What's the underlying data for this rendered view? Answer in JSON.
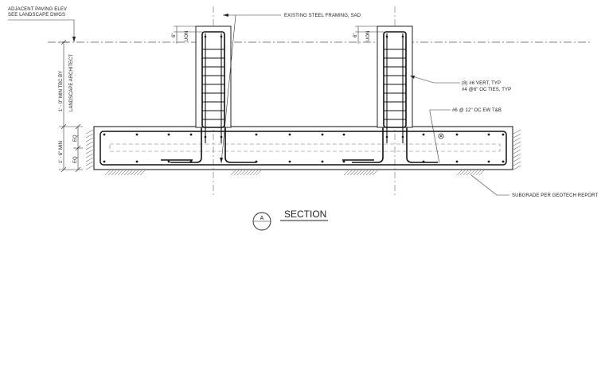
{
  "drawing": {
    "labels": {
      "paving_line1": "ADJACENT PAVING ELEV",
      "paving_line2": "SEE LANDSCAPE DWGS",
      "steel_framing": "EXISTING STEEL FRAMING, SAD",
      "vert_bars_line1": "(8) #6 VERT, TYP",
      "vert_bars_line2": "#4 @6\" OC TIES, TYP",
      "mat_bars": "#6 @ 12\" OC EW T&B",
      "subgrade": "SUBGRADE PER GEOTECH REPORT",
      "height_line1": "1' - 0\" MIN TBC BY",
      "height_line2": "LANDSCAPE ARCHITECT",
      "footing_depth": "1' - 6\" MIN",
      "eq_top": "EQ",
      "eq_bottom": "EQ",
      "cover_left": "6\"",
      "uon_left": "UON",
      "cover_right": "6\"",
      "uon_right": "UON"
    },
    "section": {
      "letter": "A",
      "title": "SECTION"
    }
  }
}
